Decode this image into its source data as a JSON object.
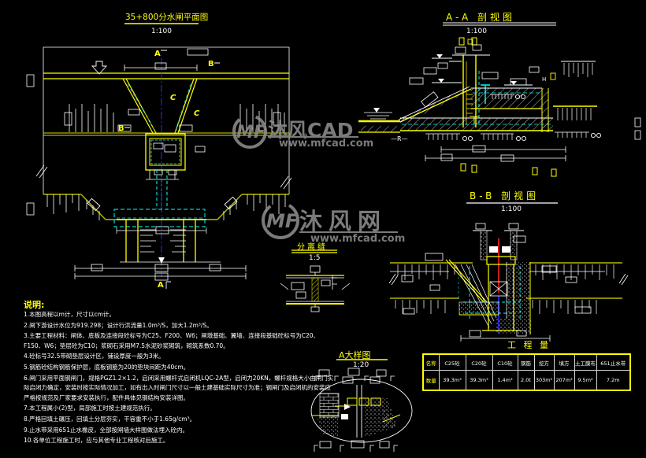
{
  "palette": {
    "background": "#000000",
    "line_yellow": "#ffff00",
    "line_olive": "#b8b800",
    "line_white": "#ffffff",
    "line_cyan": "#00ffff",
    "line_teal": "#00a5a5",
    "centerline_blue": "#2b2bff",
    "gate_red": "#ff2222",
    "watermark_gray": "#8c8c8c"
  },
  "plan": {
    "title": "35+800分水闸平面图",
    "scale": "1:100",
    "labels": {
      "a_top": "A",
      "b_right": "B",
      "c_upper": "C",
      "c_lower": "C",
      "b_left": "B",
      "a_bottom": "A"
    }
  },
  "section_aa": {
    "title": "A-A 剖视图",
    "scale": "1:100",
    "level_mark": "R",
    "h_mark": "H"
  },
  "section_bb": {
    "title": "B-B 剖视图",
    "scale": "1:100"
  },
  "joint_detail": {
    "title": "分离缝",
    "scale": "1:5"
  },
  "detail_a": {
    "title": "A大样图",
    "scale": "1:20"
  },
  "quantity_table": {
    "title": "工 程 量",
    "header_col": "名称",
    "value_col": "数量",
    "columns": [
      "C25砼",
      "C20砼",
      "C10砼",
      "钢筋",
      "挖方",
      "填方",
      "土工膜布",
      "651止水带"
    ],
    "values": [
      "39.3m³",
      "39.3m³",
      "1.4m³",
      "2.0t",
      "303m³",
      "207m³",
      "9.5m²",
      "7.2m"
    ]
  },
  "watermark1": {
    "logo": "MF",
    "name": "沐风CAD",
    "url": "www.mfcad.com"
  },
  "watermark2": {
    "logo": "MF",
    "name": "沐风网",
    "url": "www.mfcad.com"
  },
  "notes": {
    "heading": "说明:",
    "items": [
      "1.本图高程以m计，尺寸以cm计。",
      "2.闸下游设计水位为919.298；设计行洪流量1.0m³/S，加大1.2m³/S。",
      "3.主要工程材料：闸体、底板及连接段砼标号为C25、F200、W6；闸墩基础、翼墙、连接段基础砼标号为C20、F150、W6；垫层砼为C10；浆砌石采用M7.5水泥砂浆砌筑，砌筑系数0.70。",
      "4.砼标号32.5带砌垫层设计区，铺设厚度一般为3米。",
      "5.钢筋砼结构钢筋保护层，底板钢筋为20的垫块间距为40cm。",
      "6.闸门采用平面钢闸门，规格PGZ1.2×1.2，启闭采用螺杆式启闭机LQC-2A型，启闭力20KN，螺杆规格大小由闸门实际启闭力确定，安装时按实际情况加工，如有出入时闸门尺寸以一般土建基础实际尺寸为准；钢闸门及启闭机的安装应严格按规范及厂家要求安装执行，配件具体见钢结构安装详图。",
      "7.本工程属小(2)型，局部施工时按土建规范执行。",
      "8.严格回填土碾压，回填土分层夯实，干容重不小于1.65g/cm³。",
      "9.止水带采用651止水橡皮，全部按闸墙大样图做法埋入砼内。",
      "10.各单位工程施工时，应与其他专业工程核对后施工。"
    ]
  }
}
